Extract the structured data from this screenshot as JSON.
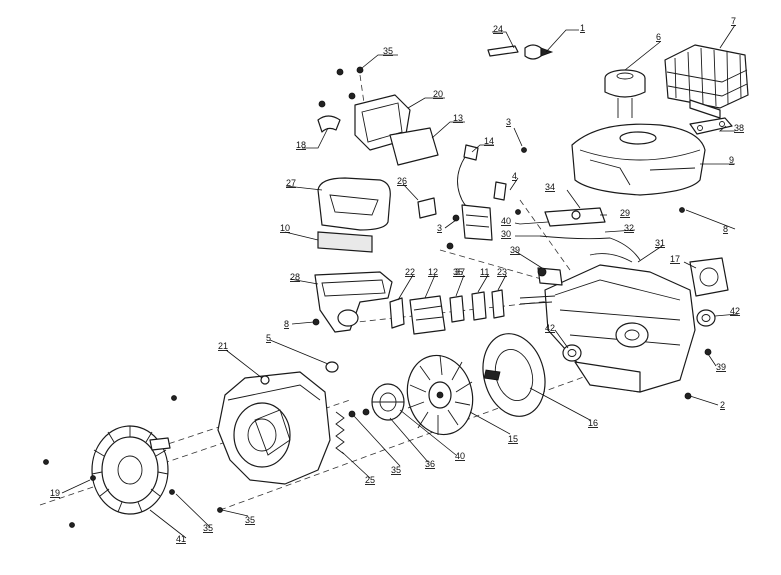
{
  "diagram": {
    "callouts": [
      "1",
      "2",
      "3",
      "3",
      "4",
      "5",
      "6",
      "7",
      "8",
      "8",
      "9",
      "10",
      "11",
      "12",
      "13",
      "14",
      "15",
      "16",
      "17",
      "18",
      "19",
      "20",
      "21",
      "22",
      "23",
      "24",
      "25",
      "26",
      "27",
      "28",
      "29",
      "30",
      "31",
      "32",
      "34",
      "35",
      "35",
      "35",
      "35",
      "35",
      "36",
      "37",
      "38",
      "39",
      "39",
      "40",
      "40",
      "41",
      "42",
      "42"
    ]
  },
  "colors": {
    "line": "#1a1a1a",
    "background": "#ffffff"
  }
}
